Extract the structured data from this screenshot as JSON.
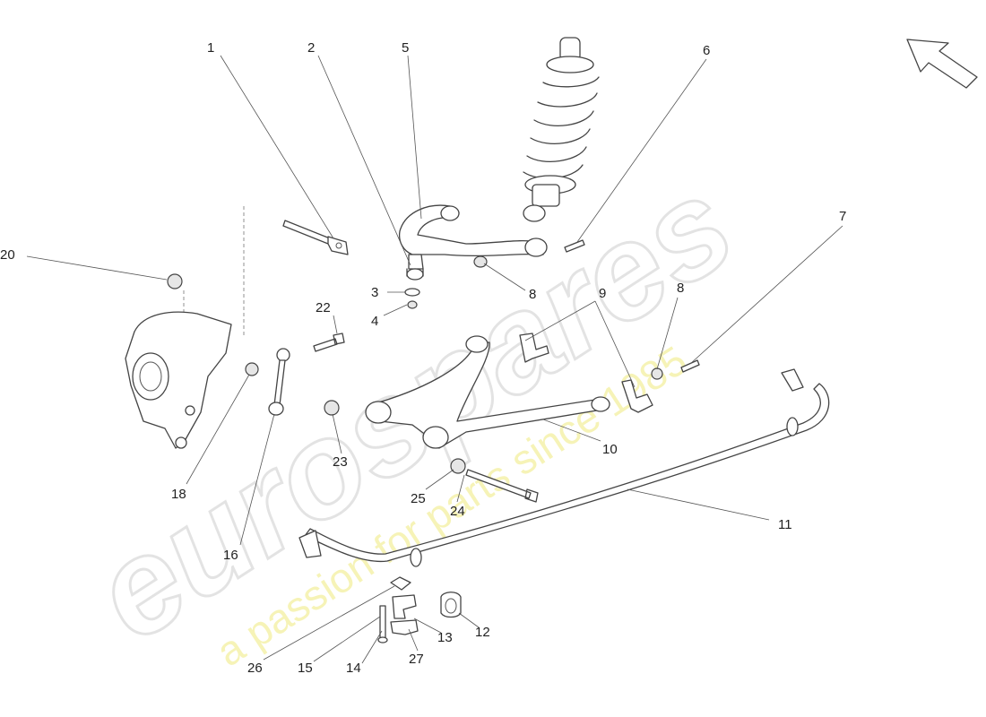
{
  "watermark": {
    "logo_text": "eurospares",
    "tagline": "a passion for parts since 1985"
  },
  "colors": {
    "watermark_logo": "#d8d8d8",
    "watermark_tagline": "#f3f0a0",
    "line_art": "#444444"
  },
  "callouts": [
    {
      "id": "c1",
      "label": "1"
    },
    {
      "id": "c2",
      "label": "2"
    },
    {
      "id": "c3",
      "label": "3"
    },
    {
      "id": "c4",
      "label": "4"
    },
    {
      "id": "c5",
      "label": "5"
    },
    {
      "id": "c6",
      "label": "6"
    },
    {
      "id": "c7",
      "label": "7"
    },
    {
      "id": "c8a",
      "label": "8"
    },
    {
      "id": "c8b",
      "label": "8"
    },
    {
      "id": "c9",
      "label": "9"
    },
    {
      "id": "c10",
      "label": "10"
    },
    {
      "id": "c11",
      "label": "11"
    },
    {
      "id": "c12",
      "label": "12"
    },
    {
      "id": "c13",
      "label": "13"
    },
    {
      "id": "c14",
      "label": "14"
    },
    {
      "id": "c15",
      "label": "15"
    },
    {
      "id": "c16",
      "label": "16"
    },
    {
      "id": "c18",
      "label": "18"
    },
    {
      "id": "c20",
      "label": "20"
    },
    {
      "id": "c22",
      "label": "22"
    },
    {
      "id": "c23",
      "label": "23"
    },
    {
      "id": "c24",
      "label": "24"
    },
    {
      "id": "c25",
      "label": "25"
    },
    {
      "id": "c26",
      "label": "26"
    },
    {
      "id": "c27",
      "label": "27"
    }
  ],
  "direction_arrow_icon": "arrow-up-left-icon"
}
